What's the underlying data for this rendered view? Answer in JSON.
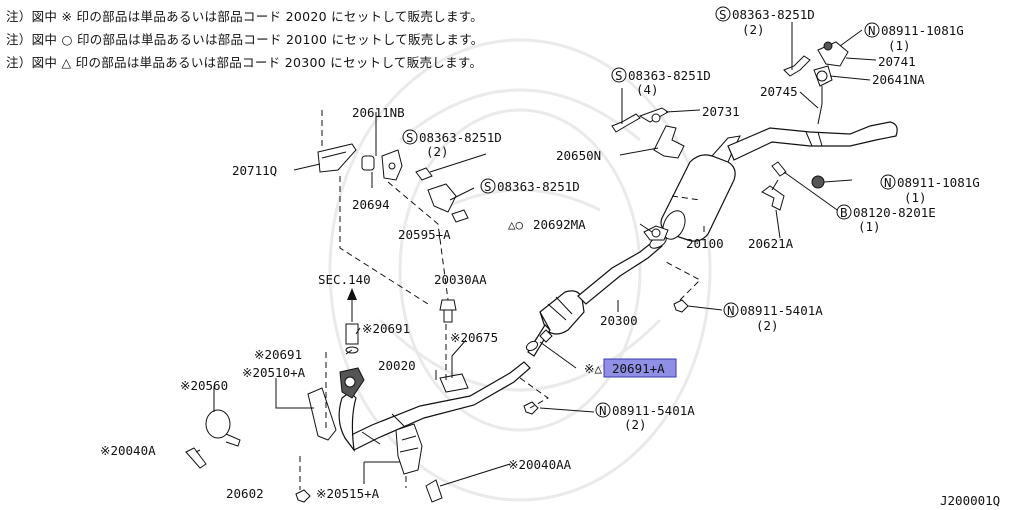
{
  "notes": [
    "注）図中 ※ 印の部品は単品あるいは部品コード 20020 にセットして販売します。",
    "注）図中 ○ 印の部品は単品あるいは部品コード 20100 にセットして販売します。",
    "注）図中 △ 印の部品は単品あるいは部品コード 20300 にセットして販売します。"
  ],
  "parts": {
    "p08363_8251D_top": "08363-8251D",
    "qty_2_top": "(2)",
    "p08911_1081G_top": "08911-1081G",
    "qty_1_top": "(1)",
    "p20741": "20741",
    "p08363_8251D_2": "08363-8251D",
    "qty_4": "(4)",
    "p20641NA": "20641NA",
    "p20745": "20745",
    "p20731": "20731",
    "p20611NB": "20611NB",
    "p08363_8251D_3": "08363-8251D",
    "qty_2_3": "(2)",
    "p20650N": "20650N",
    "p20711Q": "20711Q",
    "p08911_1081G_mid": "08911-1081G",
    "qty_1_mid": "(1)",
    "p08363_8251D_4": "08363-8251D",
    "p20694": "20694",
    "p08120_8201E": "08120-8201E",
    "qty_1_bolt": "(1)",
    "p20692MA": "20692MA",
    "p20595A": "20595+A",
    "p20100": "20100",
    "p20621A": "20621A",
    "sec140": "SEC.140",
    "p20030AA": "20030AA",
    "p08911_5401A_r": "08911-5401A",
    "qty_2_r": "(2)",
    "p20300": "20300",
    "p20691_a": "※20691",
    "p20675": "※20675",
    "p20691_b": "※20691",
    "p20020": "20020",
    "p20691A_mark": "※△",
    "p20691A": "20691+A",
    "p20510A": "※20510+A",
    "p20560": "※20560",
    "p08911_5401A_b": "08911-5401A",
    "qty_2_b": "(2)",
    "p20040A": "※20040A",
    "p20040AA": "※20040AA",
    "p20602": "20602",
    "p20515A": "※20515+A",
    "diagram_id": "J200001Q",
    "circ_S": "S",
    "circ_N": "N",
    "circ_B": "B",
    "mark_tri_circle": "△○"
  }
}
